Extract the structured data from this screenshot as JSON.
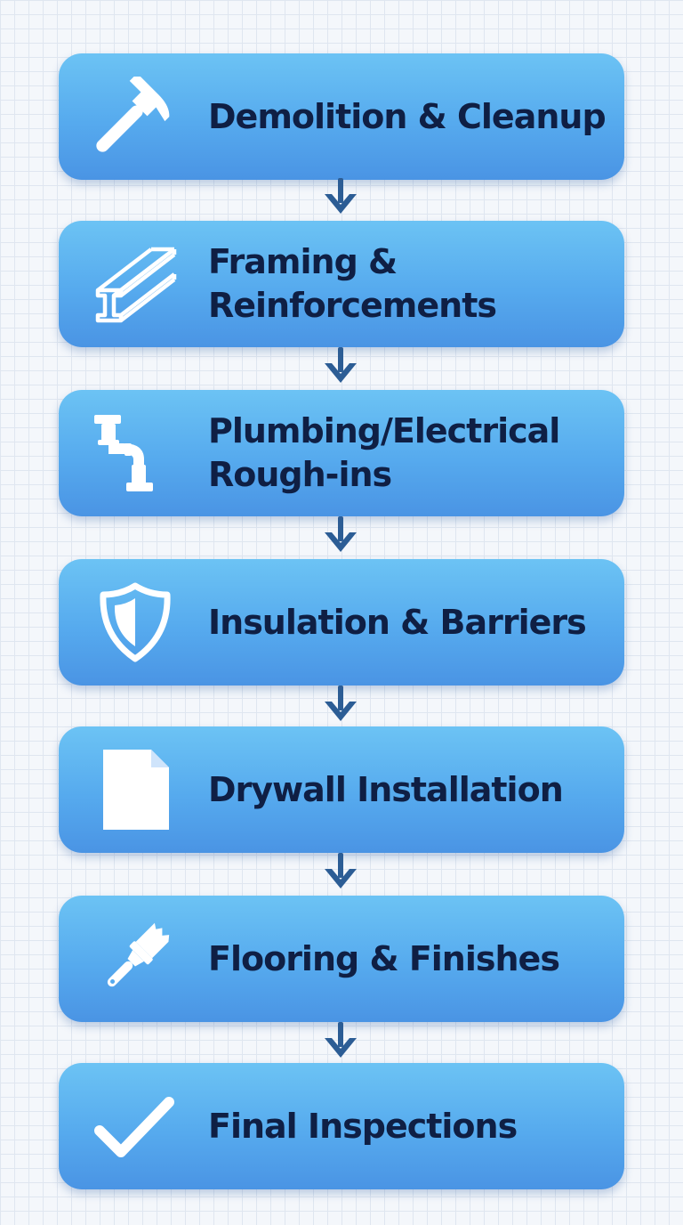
{
  "steps": [
    {
      "label": "Demolition & Cleanup",
      "icon": "hammer-icon"
    },
    {
      "label": "Framing & Reinforcements",
      "icon": "steel-beam-icon"
    },
    {
      "label": "Plumbing/Electrical Rough-ins",
      "icon": "pipe-icon"
    },
    {
      "label": "Insulation & Barriers",
      "icon": "shield-icon"
    },
    {
      "label": "Drywall Installation",
      "icon": "drywall-sheet-icon"
    },
    {
      "label": "Flooring & Finishes",
      "icon": "paintbrush-icon"
    },
    {
      "label": "Final Inspections",
      "icon": "checkmark-icon"
    }
  ],
  "colors": {
    "box_top": "#6cc3f4",
    "box_bottom": "#4a94e4",
    "text": "#0f1f44",
    "arrow": "#2c5d95",
    "icon": "#ffffff",
    "background": "#f4f7fb",
    "grid": "#dfe6f0"
  }
}
